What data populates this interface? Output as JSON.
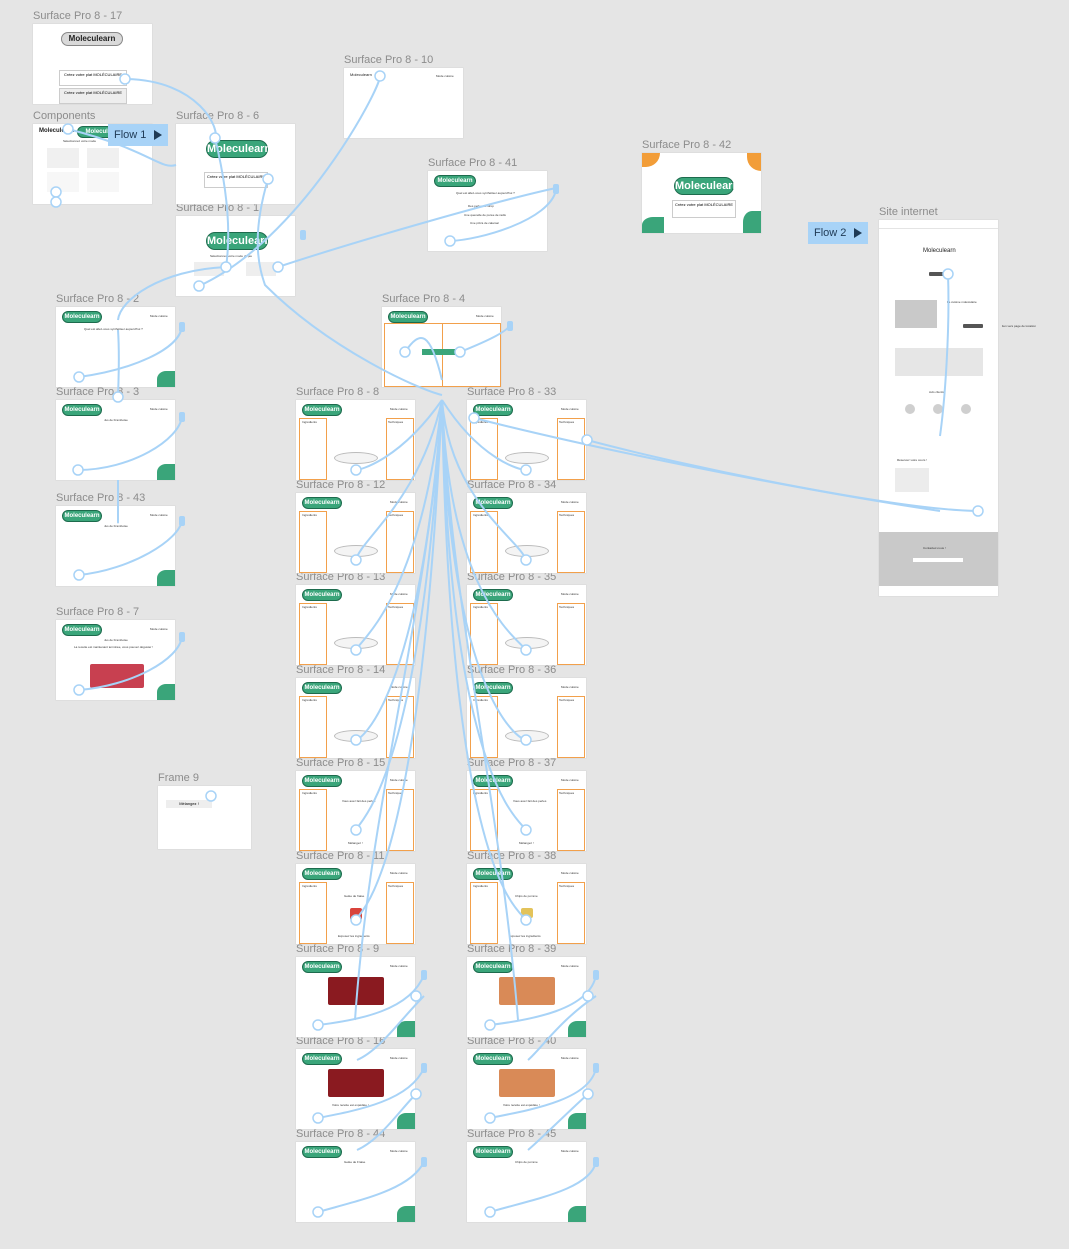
{
  "canvas": {
    "background": "#e5e5e5",
    "wire_color": "#a8d3f7",
    "accent_green": "#3aa57a",
    "accent_orange": "#f29d38"
  },
  "frames": {
    "f17": {
      "label": "Surface Pro 8 - 17",
      "logo": "Moleculearn",
      "btn1": "Créez votre plat MOLÉCULAIRE",
      "btn2": "Créez votre plat MOLÉCULAIRE"
    },
    "components": {
      "label": "Components",
      "logo1": "Moleculearn",
      "logo2": "Moleculearn",
      "subtitle": "Sélectionnez votre mode"
    },
    "f6": {
      "label": "Surface Pro 8 - 6",
      "logo": "Moleculearn",
      "btn": "Créez votre plat MOLÉCULAIRE"
    },
    "f10": {
      "label": "Surface Pro 8 - 10",
      "logo": "Moleculearn",
      "mode": "Mode cuisine"
    },
    "f41": {
      "label": "Surface Pro 8 - 41",
      "logo": "Moleculearn",
      "question": "Quel est allez-vous synthétiser aujourd'hui ?",
      "opt1": "Des perles de sirop",
      "opt2": "Une quenelle de purée de radis",
      "opt3": "Une pizza de calamar"
    },
    "f42": {
      "label": "Surface Pro 8 - 42",
      "logo": "Moleculearn",
      "btn": "Créez votre plat MOLÉCULAIRE"
    },
    "f1": {
      "label": "Surface Pro 8 - 1",
      "logo": "Moleculearn",
      "subtitle": "Sélectionnez votre mode de jeu"
    },
    "f2": {
      "label": "Surface Pro 8 - 2",
      "logo": "Moleculearn",
      "mode": "Mode cuisine",
      "question": "Quel est allez-vous synthétiser aujourd'hui ?"
    },
    "f4": {
      "label": "Surface Pro 8 - 4",
      "logo": "Moleculearn",
      "mode": "Mode cuisine"
    },
    "f3": {
      "label": "Surface Pro 8 - 3",
      "logo": "Moleculearn",
      "mode": "Mode cuisine",
      "title": "Jus de Framboise"
    },
    "f43": {
      "label": "Surface Pro 8 - 43",
      "logo": "Moleculearn",
      "mode": "Mode cuisine",
      "title": "Jus de Framboise"
    },
    "f7": {
      "label": "Surface Pro 8 - 7",
      "logo": "Moleculearn",
      "mode": "Mode cuisine",
      "title": "Jus de Framboise",
      "subtitle": "La recette est maintenant terminée, vous pouvez déguster !"
    },
    "f8": {
      "label": "Surface Pro 8 - 8",
      "logo": "Moleculearn",
      "mode": "Mode cuisine",
      "ing": "Ingrédients",
      "tech": "Techniques"
    },
    "f33": {
      "label": "Surface Pro 8 - 33",
      "logo": "Moleculearn",
      "mode": "Mode cuisine",
      "ing": "Ingrédients",
      "tech": "Techniques"
    },
    "f12": {
      "label": "Surface Pro 8 - 12",
      "logo": "Moleculearn",
      "mode": "Mode cuisine",
      "ing": "Ingrédients",
      "tech": "Techniques"
    },
    "f34": {
      "label": "Surface Pro 8 - 34",
      "logo": "Moleculearn",
      "mode": "Mode cuisine",
      "ing": "Ingrédients",
      "tech": "Techniques"
    },
    "f13": {
      "label": "Surface Pro 8 - 13",
      "logo": "Moleculearn",
      "mode": "Mode cuisine",
      "ing": "Ingrédients",
      "tech": "Techniques"
    },
    "f35": {
      "label": "Surface Pro 8 - 35",
      "logo": "Moleculearn",
      "mode": "Mode cuisine",
      "ing": "Ingrédients",
      "tech": "Techniques"
    },
    "f14": {
      "label": "Surface Pro 8 - 14",
      "logo": "Moleculearn",
      "mode": "Mode cuisine",
      "ing": "Ingrédients",
      "tech": "Techniques"
    },
    "f36": {
      "label": "Surface Pro 8 - 36",
      "logo": "Moleculearn",
      "mode": "Mode cuisine",
      "ing": "Ingrédients",
      "tech": "Techniques"
    },
    "f15": {
      "label": "Surface Pro 8 - 15",
      "logo": "Moleculearn",
      "mode": "Mode cuisine",
      "ing": "Ingrédients",
      "tech": "Techniques",
      "card": "Vous avez fait des perles",
      "btn": "Mélangez !"
    },
    "f37": {
      "label": "Surface Pro 8 - 37",
      "logo": "Moleculearn",
      "mode": "Mode cuisine",
      "ing": "Ingrédients",
      "tech": "Techniques",
      "card": "Vous avez fait des perles",
      "btn": "Mélangez !"
    },
    "f11": {
      "label": "Surface Pro 8 - 11",
      "logo": "Moleculearn",
      "mode": "Mode cuisine",
      "ing": "Ingrédients",
      "tech": "Techniques",
      "card": "Gelée de fraise",
      "btn": "Exposez les ingrédients"
    },
    "f38": {
      "label": "Surface Pro 8 - 38",
      "logo": "Moleculearn",
      "mode": "Mode cuisine",
      "ing": "Ingrédients",
      "tech": "Techniques",
      "card": "Chips de pomme",
      "btn": "Exposez les ingrédients"
    },
    "f9": {
      "label": "Surface Pro 8 - 9",
      "logo": "Moleculearn",
      "mode": "Mode cuisine"
    },
    "f39": {
      "label": "Surface Pro 8 - 39",
      "logo": "Moleculearn",
      "mode": "Mode cuisine"
    },
    "f16": {
      "label": "Surface Pro 8 - 16",
      "logo": "Moleculearn",
      "mode": "Mode cuisine",
      "text": "Votre recette est expédiée !"
    },
    "f40": {
      "label": "Surface Pro 8 - 40",
      "logo": "Moleculearn",
      "mode": "Mode cuisine",
      "text": "Votre recette est expédiée !"
    },
    "f44": {
      "label": "Surface Pro 8 - 44",
      "logo": "Moleculearn",
      "mode": "Mode cuisine",
      "title": "Gelée de Fraise"
    },
    "f45": {
      "label": "Surface Pro 8 - 45",
      "logo": "Moleculearn",
      "mode": "Mode cuisine",
      "title": "Chips de pomme"
    },
    "frame9": {
      "label": "Frame 9",
      "btn": "Mélangez !"
    },
    "site": {
      "label": "Site internet",
      "title": "Moleculearn",
      "section1": "La cuisine moléculaire",
      "section2": "Avis clients",
      "section3": "Réservez votre cours !",
      "contact": "Contactez-nous !",
      "side_note": "lien vers page de location"
    }
  },
  "flows": {
    "flow1": "Flow 1",
    "flow2": "Flow 2"
  }
}
